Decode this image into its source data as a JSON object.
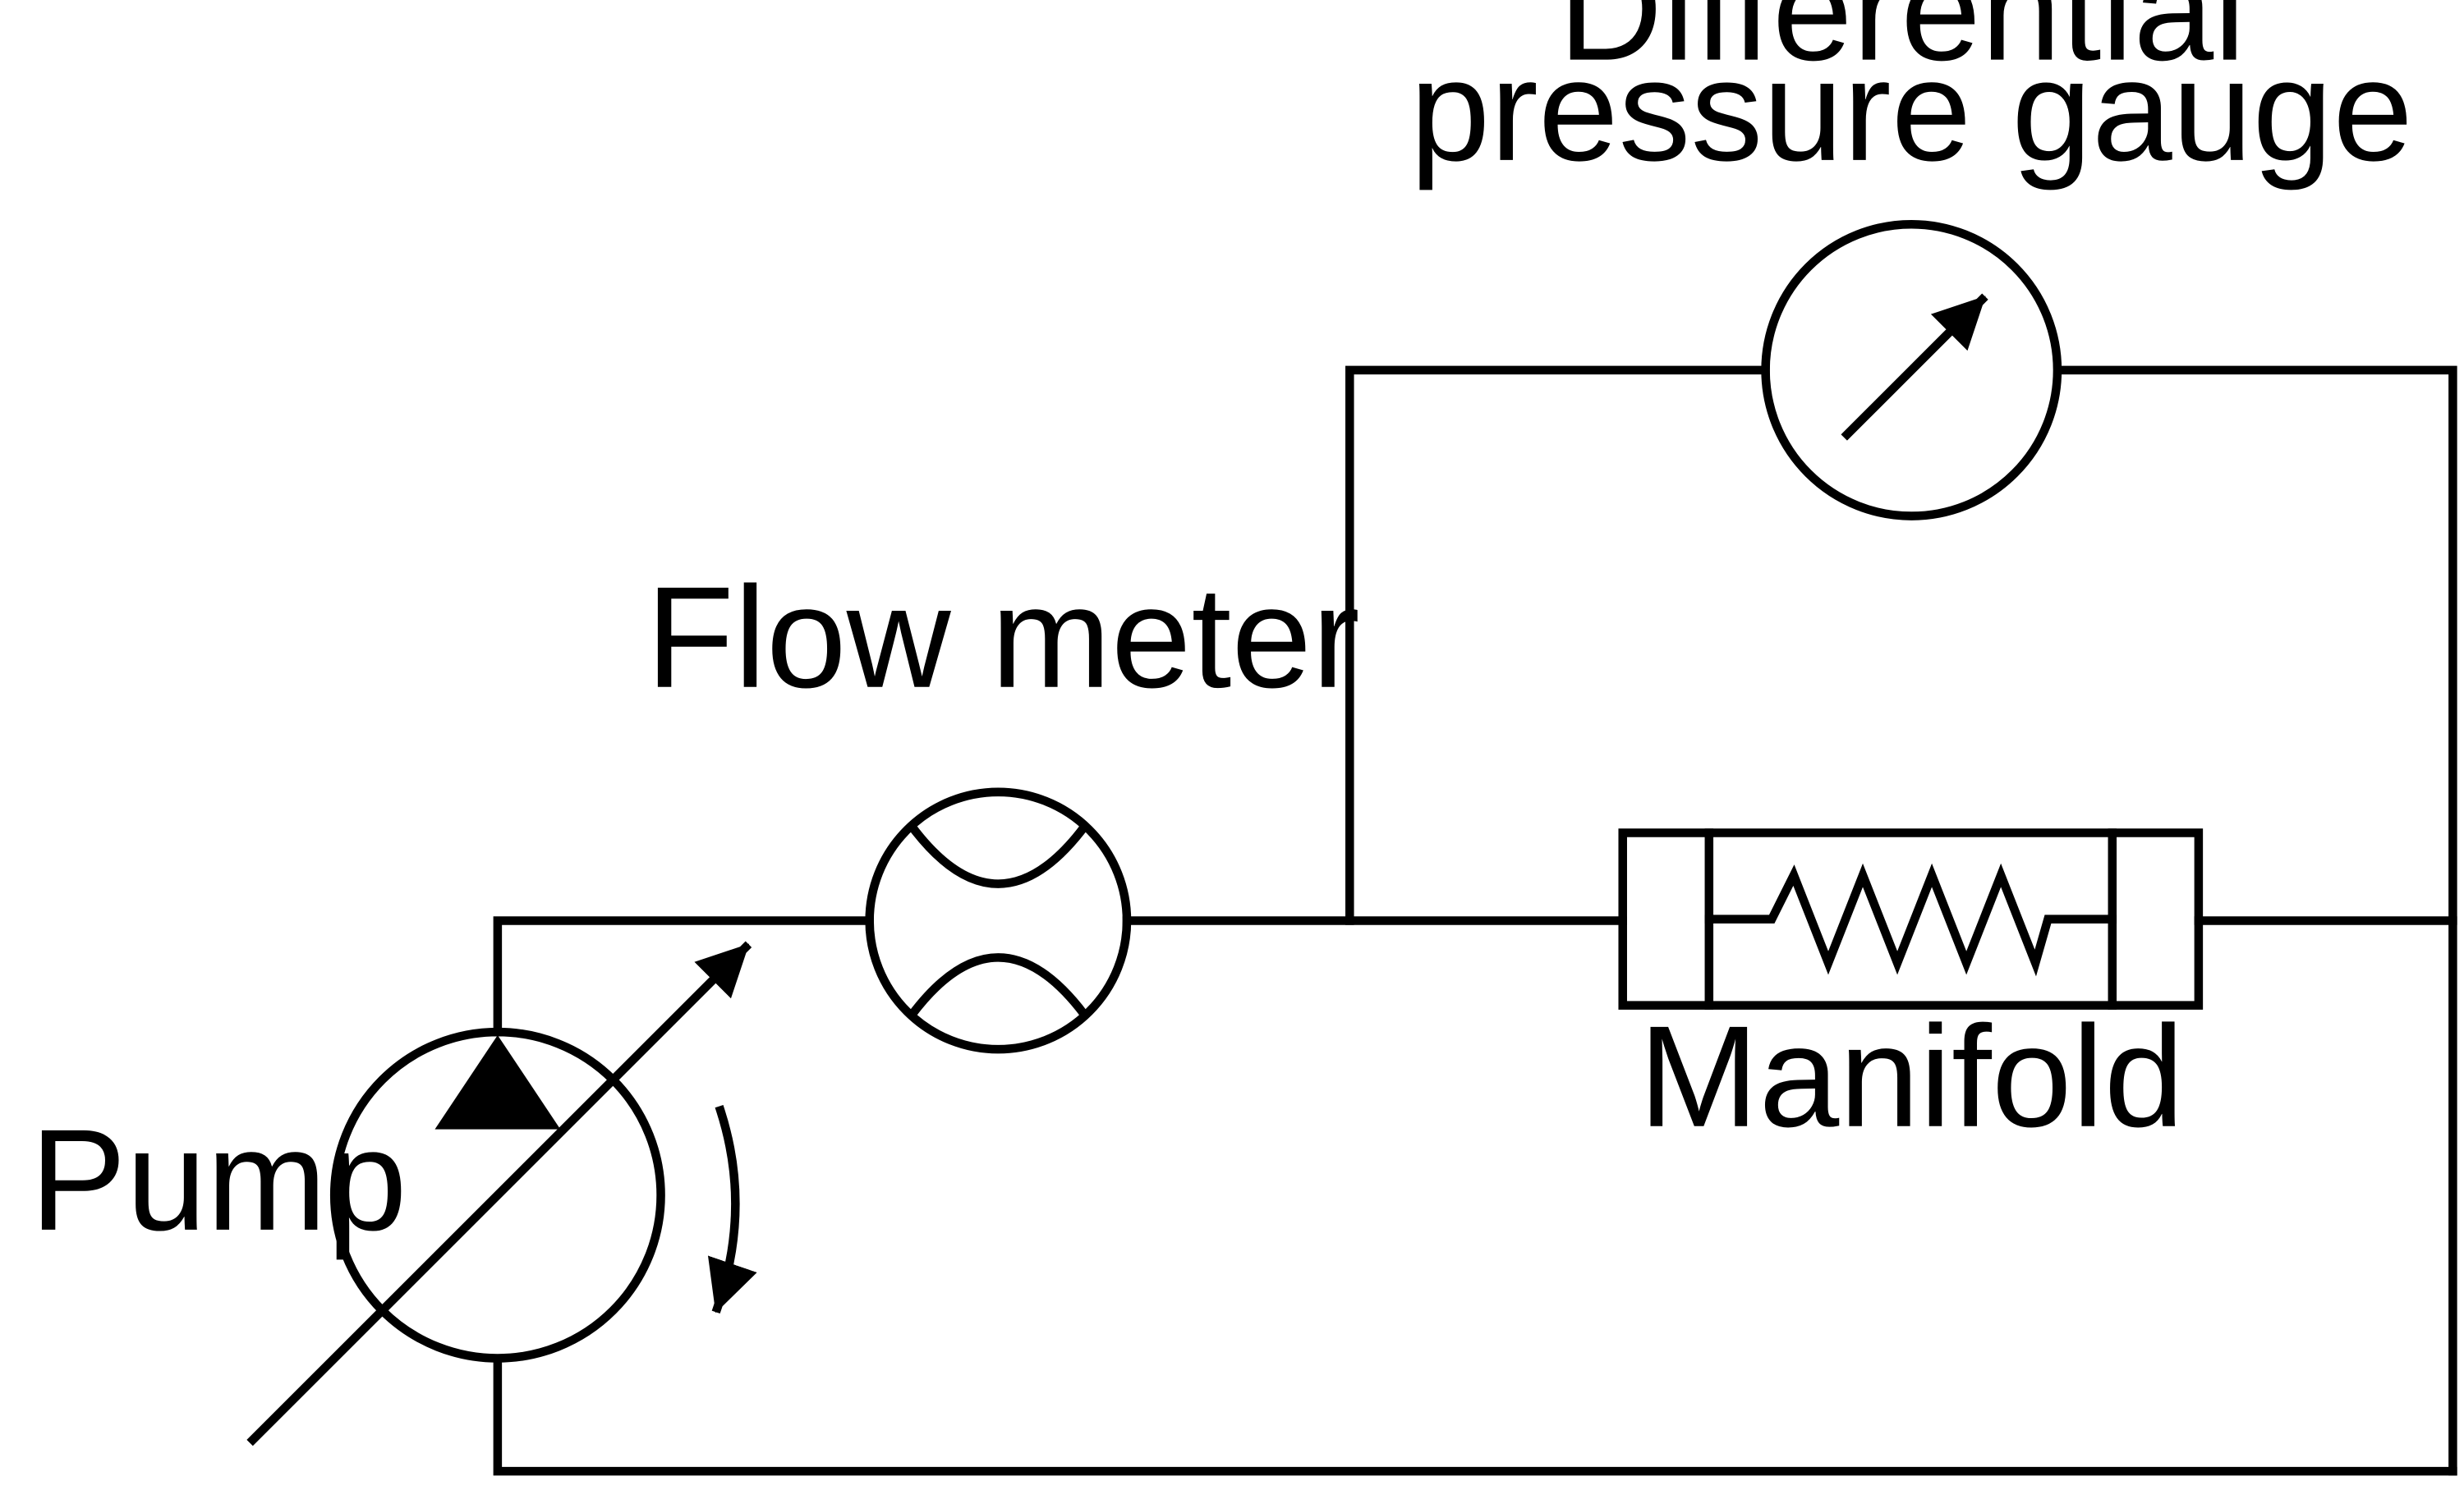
{
  "labels": {
    "pump": "Pump",
    "flow_meter": "Flow meter",
    "differential_gauge_line1": "Differential",
    "differential_gauge_line2": "pressure gauge",
    "manifold": "Manifold"
  },
  "colors": {
    "stroke": "#000000",
    "background": "#ffffff"
  }
}
